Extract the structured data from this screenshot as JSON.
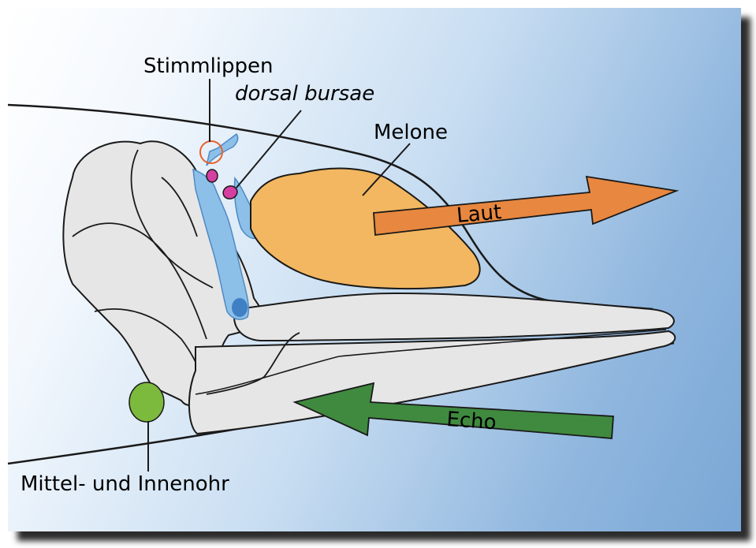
{
  "labels": {
    "vocal_lips": "Stimmlippen",
    "dorsal_bursae": "dorsal bursae",
    "melon": "Melone",
    "sound": "Laut",
    "echo": "Echo",
    "ear": "Mittel- und Innenohr"
  },
  "colors": {
    "melon": "#f2b760",
    "sound_arrow": "#e8873f",
    "echo_arrow": "#3f8a3f",
    "ear": "#7cba3e",
    "bursae": "#d63fa2",
    "nasal_passages": "#8cc0e8",
    "skull": "#e6e6e6",
    "vocal_lips_marker": "#e8602c"
  }
}
